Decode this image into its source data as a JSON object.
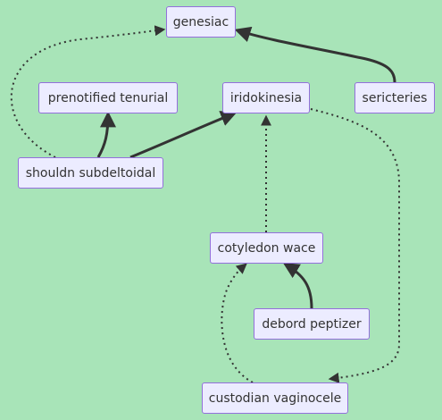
{
  "diagram": {
    "nodes": {
      "genesiac": "genesiac",
      "prenotified_tenurial": "prenotified tenurial",
      "iridokinesia": "iridokinesia",
      "sericteries": "sericteries",
      "shouldn_subdeltoidal": "shouldn subdeltoidal",
      "cotyledon_wace": "cotyledon wace",
      "debord_peptizer": "debord peptizer",
      "custodian_vaginocele": "custodian vaginocele"
    },
    "edges": [
      {
        "from": "shouldn subdeltoidal",
        "to": "genesiac",
        "style": "dotted"
      },
      {
        "from": "sericteries",
        "to": "genesiac",
        "style": "solid"
      },
      {
        "from": "shouldn subdeltoidal",
        "to": "prenotified tenurial",
        "style": "solid"
      },
      {
        "from": "shouldn subdeltoidal",
        "to": "iridokinesia",
        "style": "solid"
      },
      {
        "from": "iridokinesia",
        "to": "custodian vaginocele",
        "style": "dotted"
      },
      {
        "from": "cotyledon wace",
        "to": "iridokinesia",
        "style": "dotted"
      },
      {
        "from": "debord peptizer",
        "to": "cotyledon wace",
        "style": "solid"
      },
      {
        "from": "custodian vaginocele",
        "to": "cotyledon wace",
        "style": "dotted"
      }
    ],
    "colors": {
      "background": "#a8e4b8",
      "node_fill": "#ececff",
      "node_border": "#9370db",
      "edge": "#333333"
    }
  }
}
